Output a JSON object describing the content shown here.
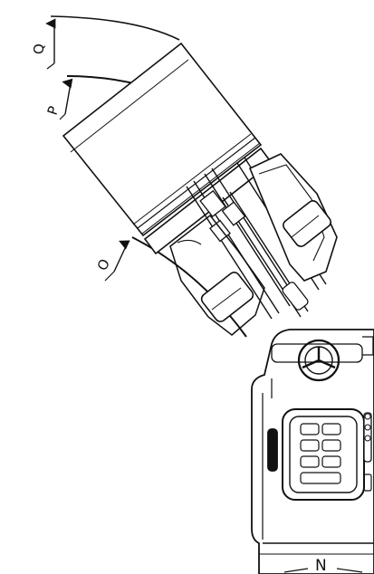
{
  "dimension_labels": {
    "q": "Q",
    "p": "P",
    "o": "O",
    "n": "N"
  },
  "line_color": "#111111",
  "background_color": "#ffffff"
}
